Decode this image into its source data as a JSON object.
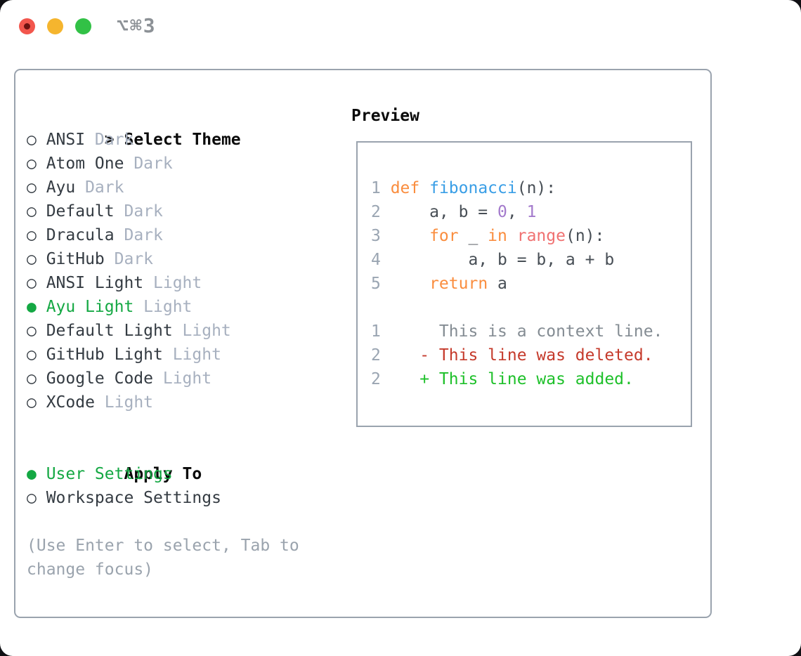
{
  "titlebar": {
    "shortcut": "⌥⌘3"
  },
  "theme_panel": {
    "title_marker": ">",
    "title": "Select Theme",
    "items": [
      {
        "marker": "○",
        "name": "ANSI",
        "tag": "Dark",
        "selected": false
      },
      {
        "marker": "○",
        "name": "Atom One",
        "tag": "Dark",
        "selected": false
      },
      {
        "marker": "○",
        "name": "Ayu",
        "tag": "Dark",
        "selected": false
      },
      {
        "marker": "○",
        "name": "Default",
        "tag": "Dark",
        "selected": false
      },
      {
        "marker": "○",
        "name": "Dracula",
        "tag": "Dark",
        "selected": false
      },
      {
        "marker": "○",
        "name": "GitHub",
        "tag": "Dark",
        "selected": false
      },
      {
        "marker": "○",
        "name": "ANSI Light",
        "tag": "Light",
        "selected": false
      },
      {
        "marker": "●",
        "name": "Ayu Light",
        "tag": "Light",
        "selected": true
      },
      {
        "marker": "○",
        "name": "Default Light",
        "tag": "Light",
        "selected": false
      },
      {
        "marker": "○",
        "name": "GitHub Light",
        "tag": "Light",
        "selected": false
      },
      {
        "marker": "○",
        "name": "Google Code",
        "tag": "Light",
        "selected": false
      },
      {
        "marker": "○",
        "name": "XCode",
        "tag": "Light",
        "selected": false
      }
    ],
    "apply_to": {
      "title": "Apply To",
      "options": [
        {
          "marker": "●",
          "label": "User Settings",
          "selected": true
        },
        {
          "marker": "○",
          "label": "Workspace Settings",
          "selected": false
        }
      ]
    },
    "hint_line1": "(Use Enter to select, Tab to",
    "hint_line2": "change focus)"
  },
  "preview": {
    "title": "Preview",
    "lines": [
      {
        "num": "1",
        "tokens": [
          {
            "c": "kw",
            "t": "def"
          },
          {
            "c": "pl",
            "t": " "
          },
          {
            "c": "fn",
            "t": "fibonacci"
          },
          {
            "c": "pl",
            "t": "(n):"
          }
        ]
      },
      {
        "num": "2",
        "tokens": [
          {
            "c": "pl",
            "t": "    a, b = "
          },
          {
            "c": "const",
            "t": "0"
          },
          {
            "c": "pl",
            "t": ", "
          },
          {
            "c": "const",
            "t": "1"
          }
        ]
      },
      {
        "num": "3",
        "tokens": [
          {
            "c": "pl",
            "t": "    "
          },
          {
            "c": "kw",
            "t": "for"
          },
          {
            "c": "pl",
            "t": " _ "
          },
          {
            "c": "kw",
            "t": "in"
          },
          {
            "c": "pl",
            "t": " "
          },
          {
            "c": "call",
            "t": "range"
          },
          {
            "c": "pl",
            "t": "(n):"
          }
        ]
      },
      {
        "num": "4",
        "tokens": [
          {
            "c": "pl",
            "t": "        a, b = b, a + b"
          }
        ]
      },
      {
        "num": "5",
        "tokens": [
          {
            "c": "pl",
            "t": "    "
          },
          {
            "c": "kw",
            "t": "return"
          },
          {
            "c": "pl",
            "t": " a"
          }
        ]
      },
      {
        "num": "",
        "tokens": []
      },
      {
        "num": "1",
        "tokens": [
          {
            "c": "ctx",
            "t": "     This is a context line."
          }
        ]
      },
      {
        "num": "2",
        "tokens": [
          {
            "c": "del",
            "t": "   - This line was deleted."
          }
        ]
      },
      {
        "num": "2",
        "tokens": [
          {
            "c": "add",
            "t": "   + This line was added."
          }
        ]
      }
    ]
  },
  "colors": {
    "border": "#9aa3ae",
    "ink": "#0a0a0a",
    "item": "#343b42",
    "tag": "#a7b0bf",
    "green_sel": "#14a843",
    "hint": "#9aa3ad",
    "num": "#9aa5b2",
    "kw": "#fa8d3e",
    "fn": "#399ee6",
    "const": "#a37acc",
    "call": "#f07171",
    "pl": "#474e55",
    "ctx": "#848c93",
    "del": "#c53a2b",
    "add": "#1ec02a",
    "shortcut": "#8c9196",
    "traffic_red": "#f2564d",
    "traffic_red_dot": "#6e1210",
    "traffic_yellow": "#f5b52e",
    "traffic_green": "#32c146"
  }
}
